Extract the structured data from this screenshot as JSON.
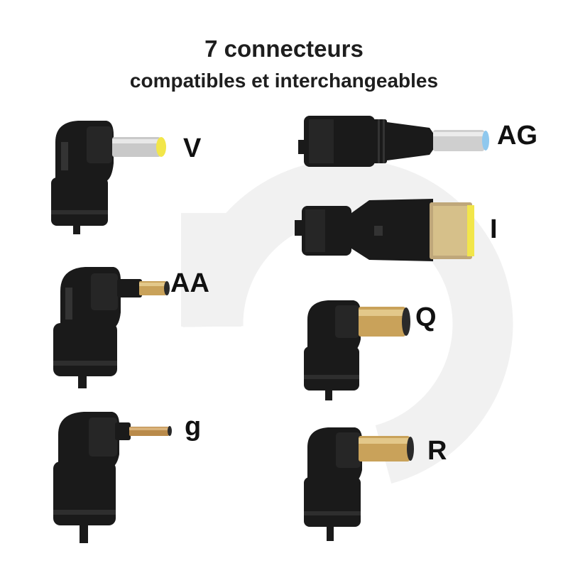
{
  "title": {
    "line1": "7 connecteurs",
    "line2": "compatibles et interchangeables"
  },
  "connectors": [
    {
      "id": "V",
      "label": "V",
      "tip_color": "#f2e64a",
      "tip_type": "round"
    },
    {
      "id": "AG",
      "label": "AG",
      "tip_color": "#8fc8ee",
      "tip_type": "round"
    },
    {
      "id": "I",
      "label": "I",
      "tip_color": "#f2e64a",
      "tip_type": "rectangular"
    },
    {
      "id": "AA",
      "label": "AA",
      "tip_color": "#c9a25a",
      "tip_type": "round"
    },
    {
      "id": "Q",
      "label": "Q",
      "tip_color": "#c9a25a",
      "tip_type": "round"
    },
    {
      "id": "g",
      "label": "g",
      "tip_color": "#b98a4a",
      "tip_type": "round"
    },
    {
      "id": "R",
      "label": "R",
      "tip_color": "#c9a25a",
      "tip_type": "round"
    }
  ],
  "colors": {
    "background": "#ffffff",
    "watermark": "#f1f1f1",
    "plastic": "#1a1a1a",
    "plastic_highlight": "#3a3a3a",
    "metal": "#c9c9c9"
  }
}
